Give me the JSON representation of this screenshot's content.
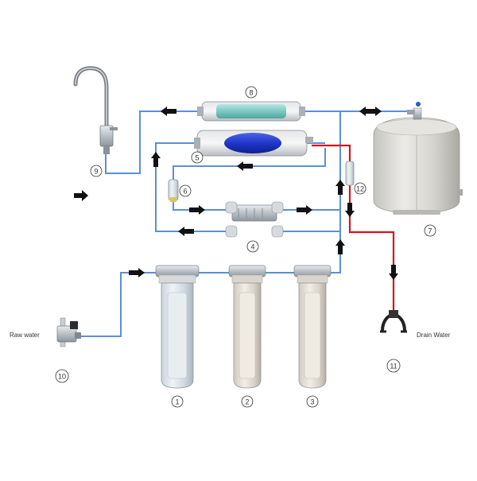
{
  "labels": {
    "raw_water": "Raw water",
    "drain_water": "Drain Water"
  },
  "markers": {
    "m1": "1",
    "m2": "2",
    "m3": "3",
    "m4": "4",
    "m5": "5",
    "m6": "6",
    "m7": "7",
    "m8": "8",
    "m9": "9",
    "m10": "10",
    "m11": "11",
    "m12": "12"
  },
  "colors": {
    "water_line": "#5b8fd8",
    "drain_line": "#d8141b",
    "arrow": "#111111"
  },
  "icons": {
    "faucet": "faucet-icon",
    "tank": "pressure-tank-icon",
    "filter_housing": "filter-housing-icon",
    "membrane": "ro-membrane-icon",
    "pump": "booster-pump-icon",
    "inlet_valve": "inlet-valve-icon",
    "drain_saddle": "drain-saddle-icon",
    "flow_restrictor": "flow-restrictor-icon",
    "check_valve": "check-valve-icon"
  }
}
